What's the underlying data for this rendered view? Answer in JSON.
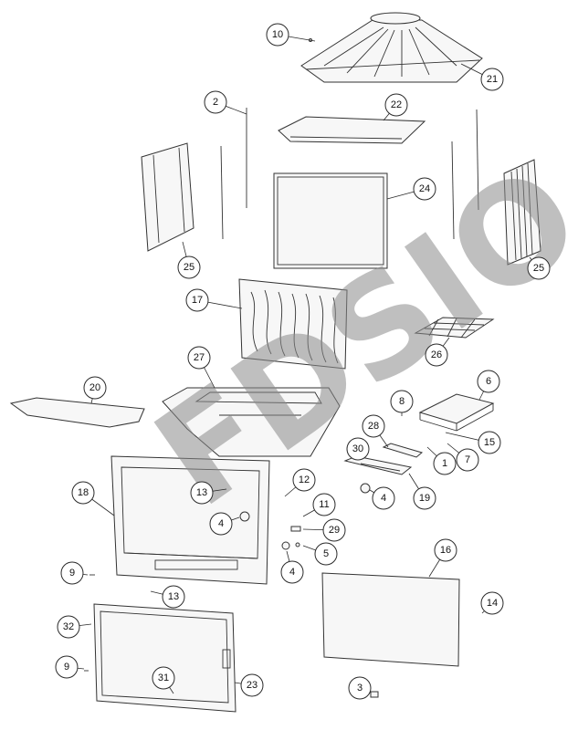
{
  "watermark": "FDSIO",
  "labels": [
    "10",
    "21",
    "2",
    "22",
    "24",
    "25",
    "25",
    "17",
    "26",
    "27",
    "20",
    "6",
    "8",
    "28",
    "15",
    "7",
    "1",
    "30",
    "19",
    "4",
    "12",
    "18",
    "13",
    "4",
    "11",
    "29",
    "5",
    "4",
    "16",
    "9",
    "13",
    "14",
    "32",
    "9",
    "31",
    "23",
    "3"
  ]
}
